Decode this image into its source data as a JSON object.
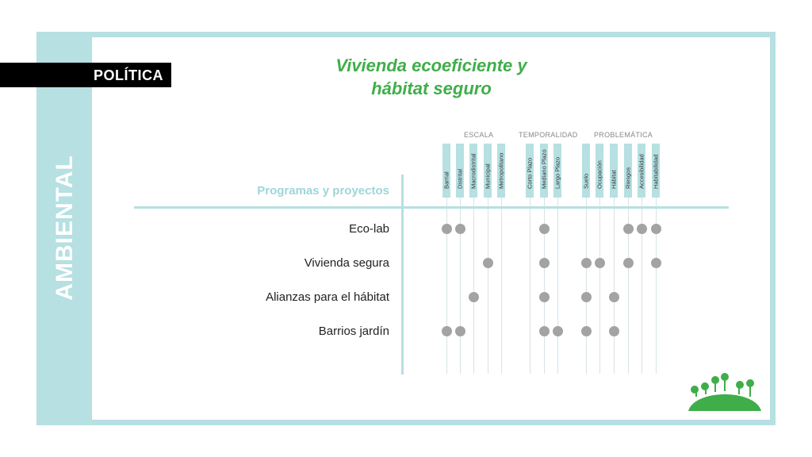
{
  "badge": {
    "label": "POLÍTICA"
  },
  "side_label": "AMBIENTAL",
  "title": {
    "line1": "Vivienda ecoeficiente y",
    "line2": "hábitat seguro"
  },
  "matrix": {
    "header": "Programas y proyectos",
    "groups": {
      "escala": "ESCALA",
      "temporalidad": "TEMPORALIDAD",
      "problematica": "PROBLEMÁTICA"
    },
    "columns": [
      "Barrial",
      "Distrital",
      "Macrodistrital",
      "Municipal",
      "Metropolitano",
      "Corto Plazo",
      "Mediano Plazo",
      "Largo Plazo",
      "Suelo",
      "Ocupación",
      "Hábitat",
      "Riesgos",
      "Accesibilidad",
      "Habitabilidad"
    ],
    "rows": [
      {
        "label": "Eco-lab",
        "marks": [
          "Barrial",
          "Distrital",
          "Mediano Plazo",
          "Riesgos",
          "Accesibilidad",
          "Habitabilidad"
        ]
      },
      {
        "label": "Vivienda segura",
        "marks": [
          "Municipal",
          "Mediano Plazo",
          "Suelo",
          "Ocupación",
          "Riesgos",
          "Habitabilidad"
        ]
      },
      {
        "label": "Alianzas para el hábitat",
        "marks": [
          "Macrodistrital",
          "Mediano Plazo",
          "Suelo",
          "Hábitat"
        ]
      },
      {
        "label": "Barrios jardín",
        "marks": [
          "Barrial",
          "Distrital",
          "Mediano Plazo",
          "Largo Plazo",
          "Suelo",
          "Hábitat"
        ]
      }
    ]
  },
  "colors": {
    "accent_green": "#3fae49",
    "frame_teal": "#b6e0e2",
    "dot_gray": "#a3a3a3"
  }
}
